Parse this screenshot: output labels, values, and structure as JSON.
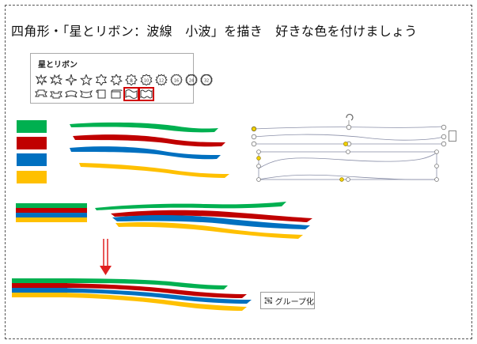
{
  "title": "四角形・「星とリボン：波線　小波」を描き　好きな色を付けましょう",
  "panel": {
    "label": "星とリボン",
    "row1_icons": [
      "explosion-1-icon",
      "explosion-2-icon",
      "star-4-icon",
      "star-5-icon",
      "star-6-icon",
      "star-7-icon",
      "star-8-icon",
      "star-10-icon",
      "star-12-icon",
      "star-16-icon",
      "star-24-icon",
      "star-32-icon"
    ],
    "row2_icons": [
      "ribbon-down-icon",
      "ribbon-up-icon",
      "curved-ribbon-down-icon",
      "curved-ribbon-up-icon",
      "vertical-scroll-icon",
      "horizontal-scroll-icon",
      "wave-icon",
      "double-wave-icon"
    ],
    "highlighted": [
      "wave-icon",
      "double-wave-icon"
    ]
  },
  "colors": {
    "green": "#00b050",
    "red": "#c00000",
    "blue": "#0070c0",
    "yellow": "#ffc000",
    "arrow": "#e02020",
    "highlight": "#d00000"
  },
  "group_button": {
    "label": "グループ化",
    "icon": "group-icon"
  }
}
